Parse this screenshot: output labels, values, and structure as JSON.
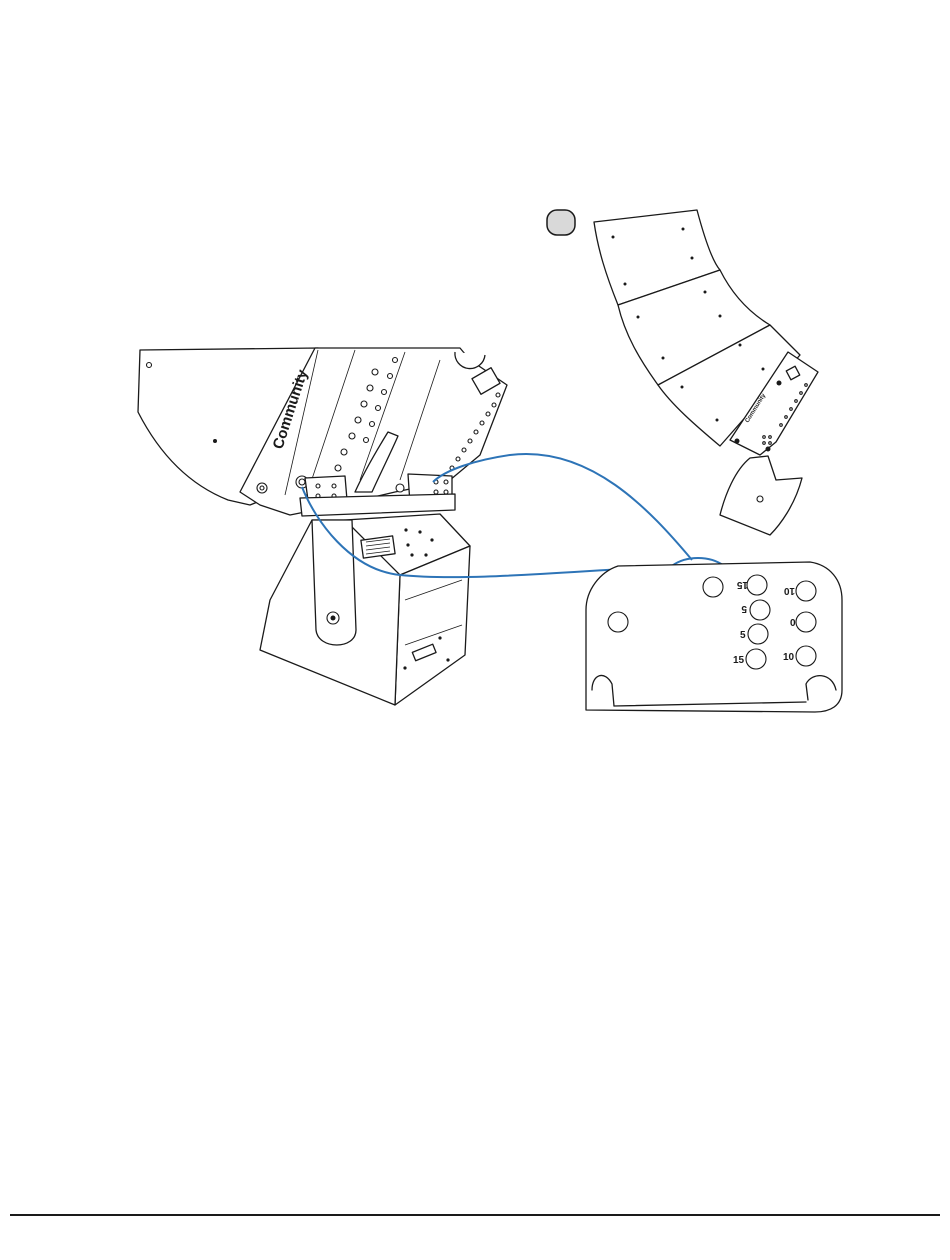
{
  "figure": {
    "main_speaker": {
      "brand_text": "Community"
    },
    "inset_array": {
      "brand_text": "Community"
    },
    "angle_plate": {
      "labels": {
        "l15_flipped": "15",
        "l10_flipped": "10",
        "l5_flipped": "5",
        "l0": "0",
        "l5": "5",
        "l10": "10",
        "l15": "15"
      }
    },
    "colors": {
      "callout": "#2d74b7",
      "line": "#1a1a1a",
      "badge_fill": "#d9d9d9"
    }
  }
}
